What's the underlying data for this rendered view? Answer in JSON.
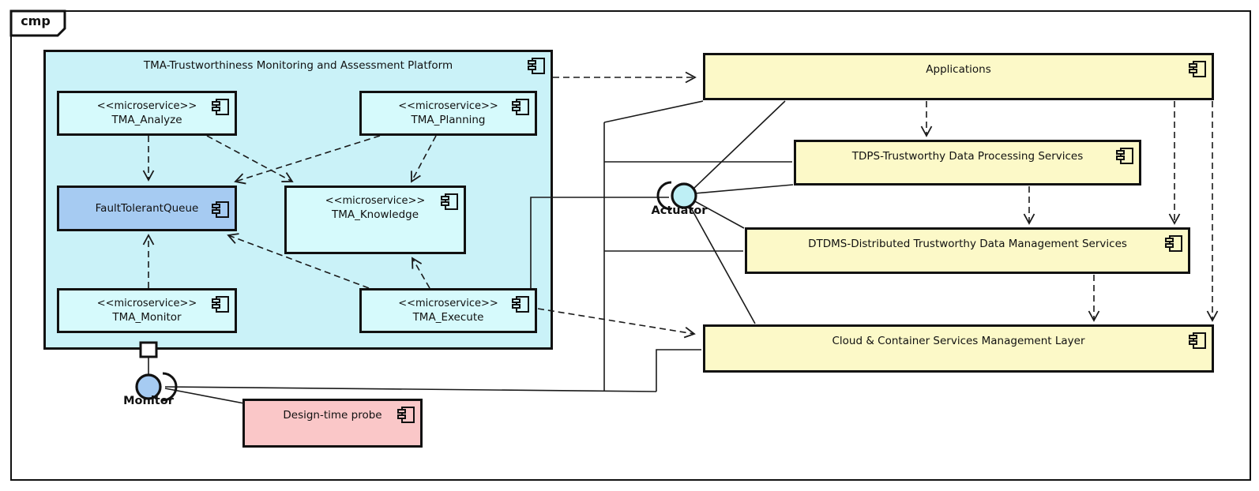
{
  "frame": {
    "tag": "cmp"
  },
  "platform": {
    "title": "TMA-Trustworthiness Monitoring and Assessment Platform",
    "icon": "component-icon"
  },
  "nodes": {
    "analyze": {
      "stereotype": "<<microservice>>",
      "name": "TMA_Analyze",
      "icon": "component-icon"
    },
    "planning": {
      "stereotype": "<<microservice>>",
      "name": "TMA_Planning",
      "icon": "component-icon"
    },
    "ftq": {
      "name": "FaultTolerantQueue",
      "icon": "component-icon"
    },
    "knowledge": {
      "stereotype": "<<microservice>>",
      "name": "TMA_Knowledge",
      "icon": "component-icon"
    },
    "monitor_ms": {
      "stereotype": "<<microservice>>",
      "name": "TMA_Monitor",
      "icon": "component-icon"
    },
    "execute": {
      "stereotype": "<<microservice>>",
      "name": "TMA_Execute",
      "icon": "component-icon"
    },
    "applications": {
      "name": "Applications",
      "icon": "component-icon"
    },
    "tdps": {
      "name": "TDPS-Trustworthy Data Processing Services",
      "icon": "component-icon"
    },
    "dtdms": {
      "name": "DTDMS-Distributed Trustworthy Data Management Services",
      "icon": "component-icon"
    },
    "cloud": {
      "name": "Cloud & Container Services Management Layer",
      "icon": "component-icon"
    },
    "probe": {
      "name": "Design-time probe",
      "icon": "component-icon"
    }
  },
  "interfaces": {
    "monitor": {
      "label": "Monitor",
      "symbol": "ball-and-socket"
    },
    "actuator": {
      "label": "Actuator",
      "symbol": "ball-and-socket"
    }
  },
  "colors": {
    "platform_fill": "#caf2f8",
    "microservice_fill": "#d6fafc",
    "queue_fill": "#a6cbf2",
    "service_fill": "#fcf9c8",
    "probe_fill": "#fac7c8",
    "monitor_ball": "#a6cbf2",
    "actuator_ball": "#beeff5",
    "line": "#1a1a1a"
  }
}
